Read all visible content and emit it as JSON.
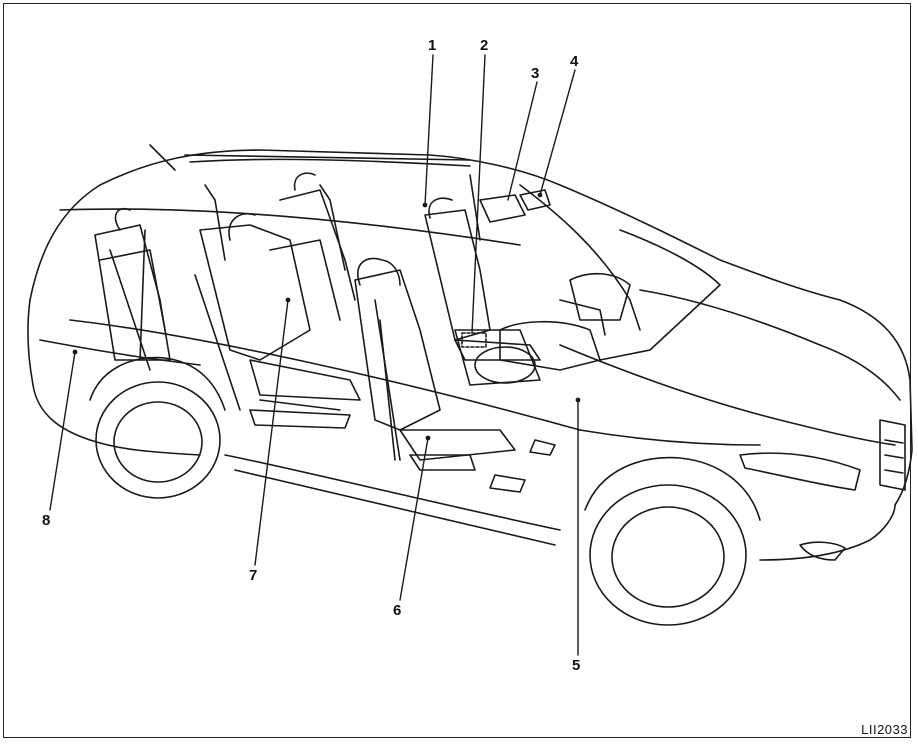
{
  "figure": {
    "code": "LII2033",
    "callouts": [
      "1",
      "2",
      "3",
      "4",
      "5",
      "6",
      "7",
      "8"
    ]
  }
}
